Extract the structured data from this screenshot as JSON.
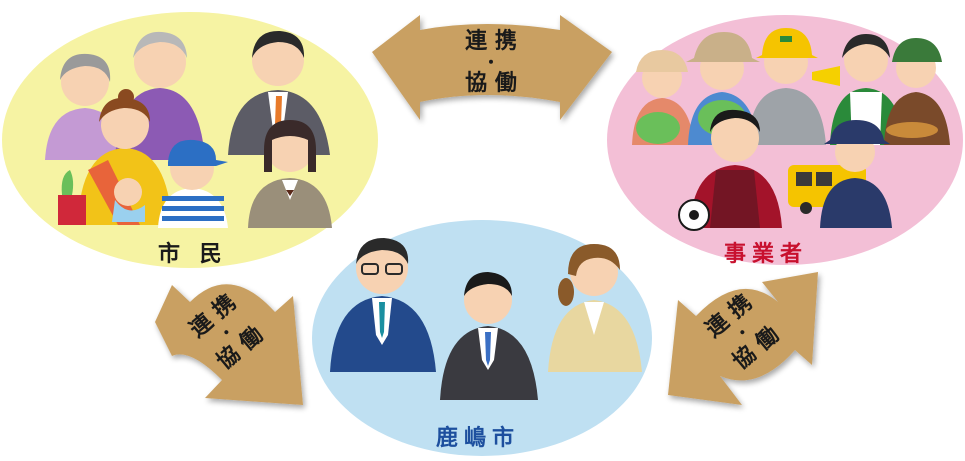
{
  "groups": {
    "citizens": {
      "label": "市 民",
      "color": "#1a1a1a"
    },
    "business": {
      "label": "事業者",
      "color": "#c8102e"
    },
    "city": {
      "label": "鹿嶋市",
      "color": "#1d4f9e"
    }
  },
  "arrows": {
    "top": {
      "line1": "連 携",
      "dot": "・",
      "line2": "協 働"
    },
    "left": {
      "line1": "連 携",
      "dot": "・",
      "line2": "協 働"
    },
    "right": {
      "line1": "連 携",
      "dot": "・",
      "line2": "協 働"
    }
  },
  "colors": {
    "citizens_bg": "#f6f3a3",
    "business_bg": "#f3bfd6",
    "city_bg": "#bfe0f2",
    "arrow": "#c9a062"
  }
}
